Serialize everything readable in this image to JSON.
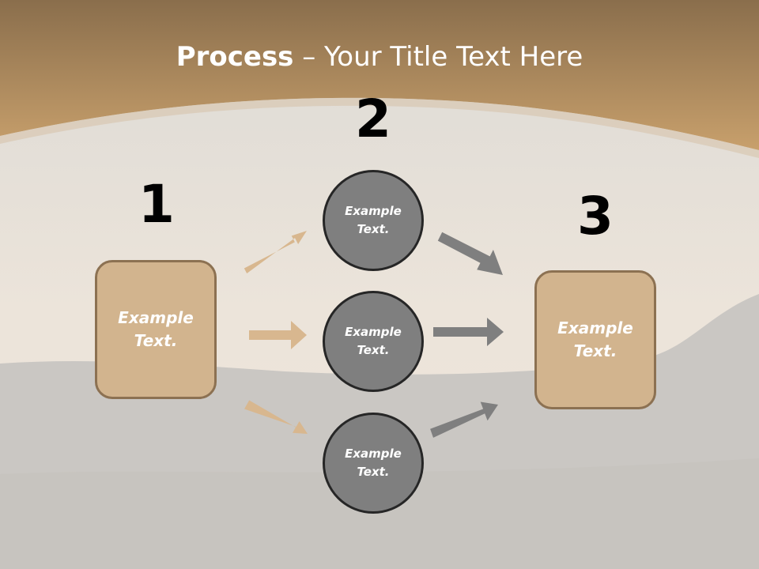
{
  "title": {
    "bold": "Process",
    "rest": " – Your Title Text Here"
  },
  "steps": [
    "1",
    "2",
    "3"
  ],
  "left_box": {
    "text": "Example\nText."
  },
  "circles": [
    {
      "text": "Example\nText."
    },
    {
      "text": "Example\nText."
    },
    {
      "text": "Example\nText."
    }
  ],
  "right_box": {
    "text": "Example\nText."
  },
  "colors": {
    "header_gradient_top": "#8a6e4c",
    "header_gradient_bottom": "#c8a06c",
    "box_fill": "#d2b48e",
    "box_border": "#8c7152",
    "circle_fill": "#7f7f7f",
    "circle_border": "#262626",
    "arrow_tan": "#d8b78f",
    "arrow_gray": "#7f7f7f"
  }
}
